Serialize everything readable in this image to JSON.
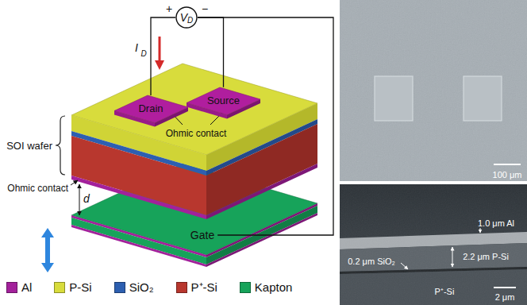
{
  "diagram": {
    "nodes": [
      {
        "text": [
          "V",
          "D"
        ]
      },
      {
        "text": [
          "Drain"
        ]
      },
      {
        "text": [
          "Source"
        ]
      },
      {
        "text": [
          "Gate"
        ]
      }
    ],
    "edges": [
      {
        "from": 0,
        "to": 1,
        "arrow": "none"
      },
      {
        "from": 0,
        "to": 2,
        "arrow": "none"
      },
      {
        "from": 0,
        "to": 3,
        "arrow": "none"
      }
    ],
    "labels": [
      "+",
      "−",
      "I",
      "D",
      "SOI wafer",
      "Ohmic contact",
      "Ohmic contact",
      "d",
      "100 μm",
      "1.0 μm Al",
      "0.2 μm SiO₂",
      "2.2 μm P-Si",
      "P⁺-Si",
      "2 μm"
    ],
    "legend": [
      {
        "text": "Al",
        "color": "#a3219b"
      },
      {
        "text": "P-Si",
        "color": "#d8dc3c"
      },
      {
        "text": "SiO₂",
        "color": "#2d5fb0"
      },
      {
        "text": "P⁺-Si",
        "color": "#b8372e"
      },
      {
        "text": "Kapton",
        "color": "#17a35a"
      }
    ]
  }
}
